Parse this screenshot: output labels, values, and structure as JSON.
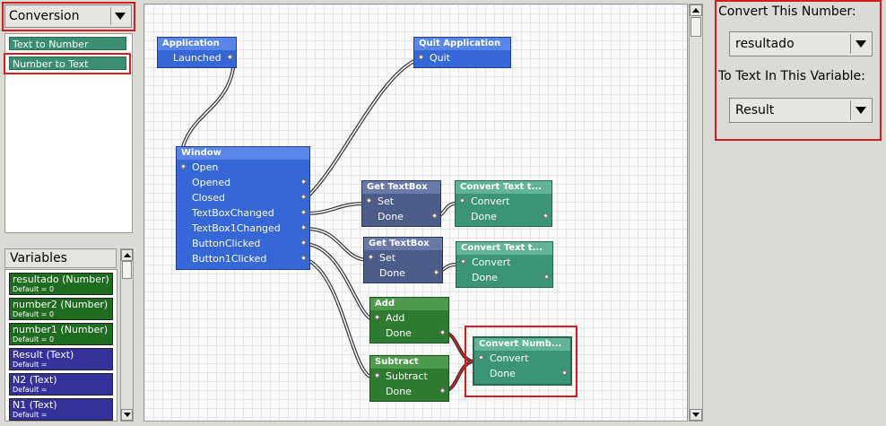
{
  "category_select": {
    "value": "Conversion"
  },
  "functions": [
    {
      "label": "Text to Number"
    },
    {
      "label": "Number to Text"
    }
  ],
  "variables_panel": {
    "header": "Variables",
    "items": [
      {
        "name": "resultado (Number)",
        "default": "Default = 0",
        "color": "#1f6b1f"
      },
      {
        "name": "number2 (Number)",
        "default": "Default = 0",
        "color": "#1f6b1f"
      },
      {
        "name": "number1 (Number)",
        "default": "Default = 0",
        "color": "#1f6b1f"
      },
      {
        "name": "Result (Text)",
        "default": "Default =",
        "color": "#34329a"
      },
      {
        "name": "N2 (Text)",
        "default": "Default =",
        "color": "#34329a"
      },
      {
        "name": "N1 (Text)",
        "default": "Default =",
        "color": "#34329a"
      }
    ]
  },
  "nodes": {
    "application": {
      "title": "Application",
      "rows": [
        "Launched"
      ]
    },
    "quit": {
      "title": "Quit Application",
      "rows": [
        "Quit"
      ]
    },
    "window": {
      "title": "Window",
      "rows": [
        "Open",
        "Opened",
        "Closed",
        "TextBoxChanged",
        "TextBox1Changed",
        "ButtonClicked",
        "Button1Clicked"
      ]
    },
    "get_textbox_1": {
      "title": "Get TextBox",
      "rows": [
        "Set",
        "Done"
      ]
    },
    "get_textbox_2": {
      "title": "Get TextBox",
      "rows": [
        "Set",
        "Done"
      ]
    },
    "convert_text_1": {
      "title": "Convert Text t...",
      "rows": [
        "Convert",
        "Done"
      ]
    },
    "convert_text_2": {
      "title": "Convert Text t...",
      "rows": [
        "Convert",
        "Done"
      ]
    },
    "add": {
      "title": "Add",
      "rows": [
        "Add",
        "Done"
      ]
    },
    "subtract": {
      "title": "Subtract",
      "rows": [
        "Subtract",
        "Done"
      ]
    },
    "convert_number": {
      "title": "Convert Numb...",
      "rows": [
        "Convert",
        "Done"
      ]
    }
  },
  "properties": {
    "number_label": "Convert This Number:",
    "number_value": "resultado",
    "variable_label": "To Text In This Variable:",
    "variable_value": "Result"
  },
  "colors": {
    "highlight": "#d61d1d",
    "node_blue": "#3567d6",
    "node_teal": "#3b9477",
    "node_green": "#2e7a30",
    "node_slate": "#4c5c88"
  }
}
